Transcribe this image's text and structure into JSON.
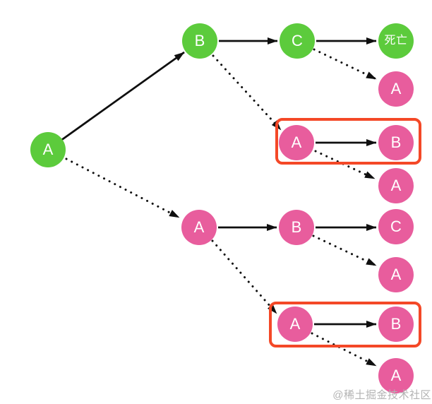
{
  "diagram": {
    "nodes": [
      {
        "id": "root-a",
        "label": "A",
        "color": "green"
      },
      {
        "id": "top-b",
        "label": "B",
        "color": "green"
      },
      {
        "id": "top-c",
        "label": "C",
        "color": "green"
      },
      {
        "id": "top-death",
        "label": "死亡",
        "color": "green"
      },
      {
        "id": "right-a1",
        "label": "A",
        "color": "pink"
      },
      {
        "id": "box1-a",
        "label": "A",
        "color": "pink"
      },
      {
        "id": "box1-b",
        "label": "B",
        "color": "pink"
      },
      {
        "id": "right-a2",
        "label": "A",
        "color": "pink"
      },
      {
        "id": "mid-a",
        "label": "A",
        "color": "pink"
      },
      {
        "id": "mid-b",
        "label": "B",
        "color": "pink"
      },
      {
        "id": "mid-c",
        "label": "C",
        "color": "pink"
      },
      {
        "id": "right-a3",
        "label": "A",
        "color": "pink"
      },
      {
        "id": "box2-a",
        "label": "A",
        "color": "pink"
      },
      {
        "id": "box2-b",
        "label": "B",
        "color": "pink"
      },
      {
        "id": "right-a4",
        "label": "A",
        "color": "pink"
      }
    ],
    "colors": {
      "node_green": "#5ccb3c",
      "node_pink": "#e85d9d",
      "highlight_border": "#f44827",
      "arrow": "#0f0f0f",
      "watermark": "#b3b3b3"
    },
    "watermark": "@稀土掘金技术社区"
  }
}
